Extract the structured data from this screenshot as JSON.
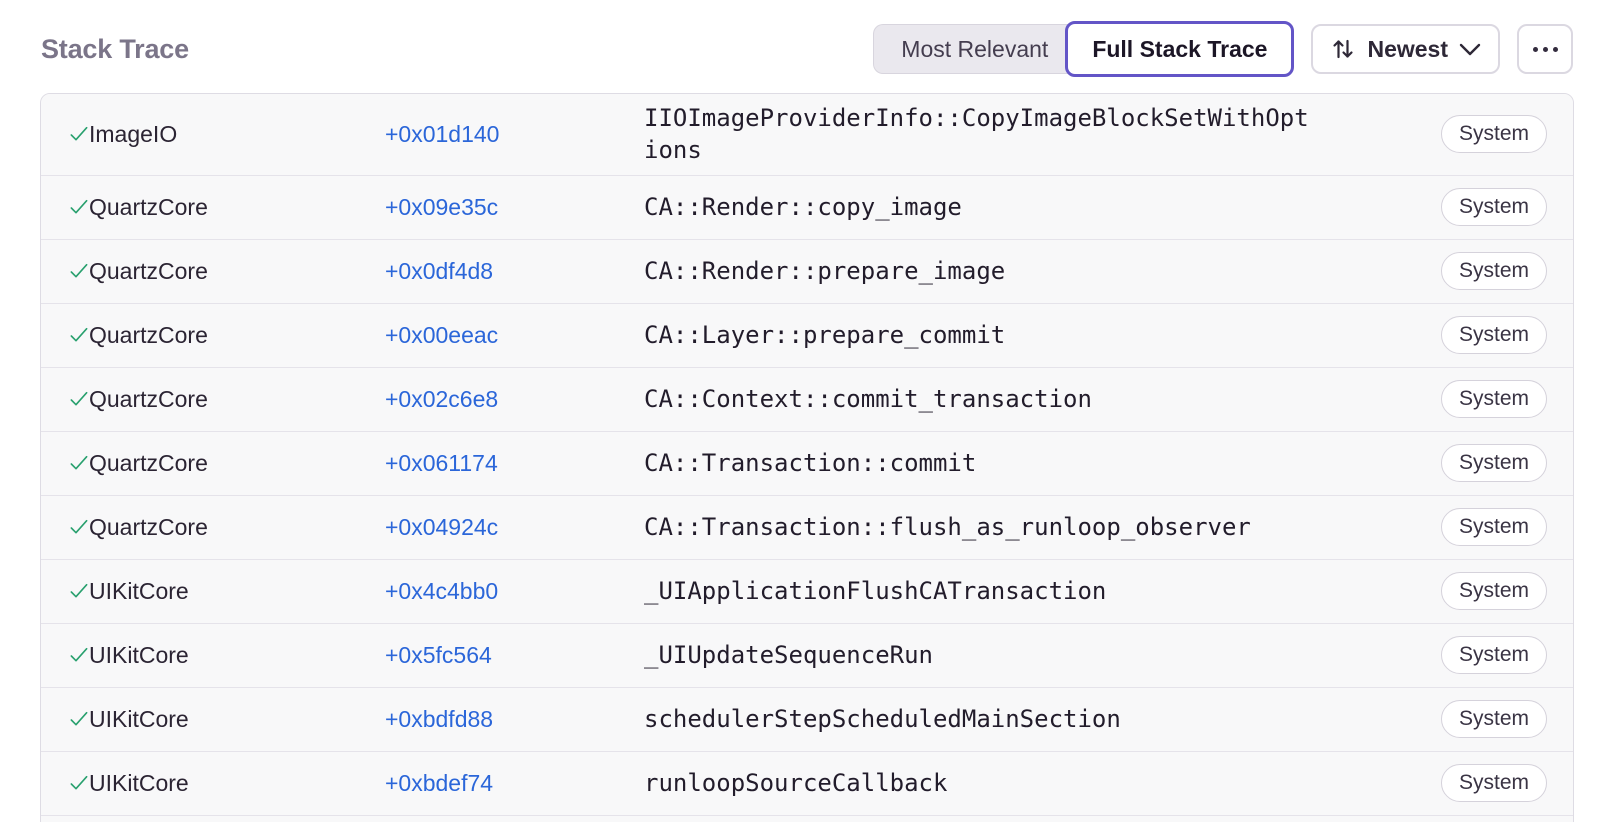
{
  "header": {
    "title": "Stack Trace",
    "view_toggle": {
      "most_relevant_label": "Most Relevant",
      "full_stack_trace_label": "Full Stack Trace",
      "active": "Full Stack Trace"
    },
    "sort": {
      "label": "Newest",
      "icon": "sort-arrows-icon",
      "chevron": "chevron-down-icon"
    },
    "more_icon": "ellipsis-icon"
  },
  "colors": {
    "accent_purple": "#6355c7",
    "link_blue": "#2b66d9",
    "check_green": "#28a06e",
    "title_gray": "#7b7589",
    "row_background": "#f8f8f9",
    "row_divider": "#e5e3ea"
  },
  "table": {
    "rows": [
      {
        "module": "ImageIO",
        "offset": "+0x01d140",
        "function": "IIOImageProviderInfo::CopyImageBlockSetWithOptions",
        "badge": "System",
        "status_icon": "check-icon"
      },
      {
        "module": "QuartzCore",
        "offset": "+0x09e35c",
        "function": "CA::Render::copy_image",
        "badge": "System",
        "status_icon": "check-icon"
      },
      {
        "module": "QuartzCore",
        "offset": "+0x0df4d8",
        "function": "CA::Render::prepare_image",
        "badge": "System",
        "status_icon": "check-icon"
      },
      {
        "module": "QuartzCore",
        "offset": "+0x00eeac",
        "function": "CA::Layer::prepare_commit",
        "badge": "System",
        "status_icon": "check-icon"
      },
      {
        "module": "QuartzCore",
        "offset": "+0x02c6e8",
        "function": "CA::Context::commit_transaction",
        "badge": "System",
        "status_icon": "check-icon"
      },
      {
        "module": "QuartzCore",
        "offset": "+0x061174",
        "function": "CA::Transaction::commit",
        "badge": "System",
        "status_icon": "check-icon"
      },
      {
        "module": "QuartzCore",
        "offset": "+0x04924c",
        "function": "CA::Transaction::flush_as_runloop_observer",
        "badge": "System",
        "status_icon": "check-icon"
      },
      {
        "module": "UIKitCore",
        "offset": "+0x4c4bb0",
        "function": "_UIApplicationFlushCATransaction",
        "badge": "System",
        "status_icon": "check-icon"
      },
      {
        "module": "UIKitCore",
        "offset": "+0x5fc564",
        "function": "_UIUpdateSequenceRun",
        "badge": "System",
        "status_icon": "check-icon"
      },
      {
        "module": "UIKitCore",
        "offset": "+0xbdfd88",
        "function": "schedulerStepScheduledMainSection",
        "badge": "System",
        "status_icon": "check-icon"
      },
      {
        "module": "UIKitCore",
        "offset": "+0xbdef74",
        "function": "runloopSourceCallback",
        "badge": "System",
        "status_icon": "check-icon"
      }
    ]
  }
}
